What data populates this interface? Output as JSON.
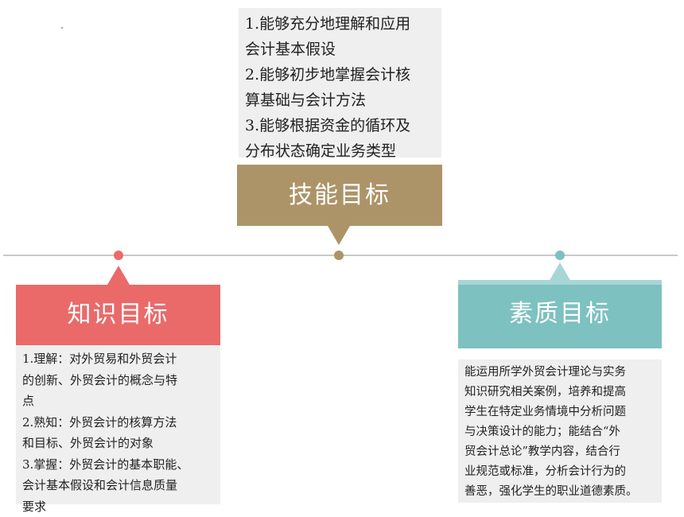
{
  "skill": {
    "title": "技能目标",
    "lines": [
      "1.能够充分地理解和应用",
      "会计基本假设",
      "2.能够初步地掌握会计核",
      "算基础与会计方法",
      "3.能够根据资金的循环及",
      "分布状态确定业务类型"
    ]
  },
  "knowledge": {
    "title": "知识目标",
    "lines": [
      "1.理解：对外贸易和外贸会计",
      "的创新、外贸会计的概念与特",
      "点",
      "2.熟知：外贸会计的核算方法",
      "和目标、外贸会计的对象",
      "3.掌握：外贸会计的基本职能、",
      "会计基本假设和会计信息质量",
      "要求"
    ]
  },
  "quality": {
    "title": "素质目标",
    "lines": [
      "能运用所学外贸会计理论与实务",
      "知识研究相关案例，培养和提高",
      "学生在特定业务情境中分析问题",
      "与决策设计的能力；能结合“外",
      "贸会计总论”教学内容，结合行",
      "业规范或标准，分析会计行为的",
      "善恶，强化学生的职业道德素质。"
    ]
  },
  "colors": {
    "skill": "#ad9468",
    "knowledge": "#ea6a6a",
    "quality": "#7dc1c0",
    "timeline": "#c9c9c9"
  }
}
